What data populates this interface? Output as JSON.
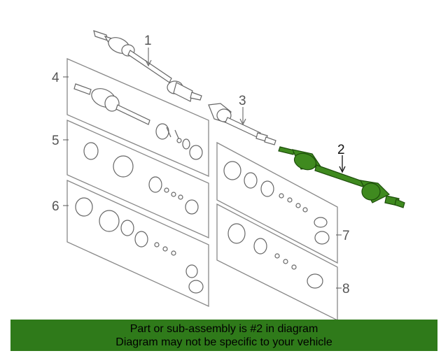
{
  "diagram": {
    "callouts": [
      {
        "id": "1",
        "label": "1"
      },
      {
        "id": "2",
        "label": "2"
      },
      {
        "id": "3",
        "label": "3"
      },
      {
        "id": "4",
        "label": "4"
      },
      {
        "id": "5",
        "label": "5"
      },
      {
        "id": "6",
        "label": "6"
      },
      {
        "id": "7",
        "label": "7"
      },
      {
        "id": "8",
        "label": "8"
      }
    ],
    "highlight_color": "#3f8a1f"
  },
  "footer": {
    "line1": "Part or sub-assembly is #2 in diagram",
    "line2": "Diagram may not be specific to your vehicle",
    "background": "#2f7a1a"
  }
}
